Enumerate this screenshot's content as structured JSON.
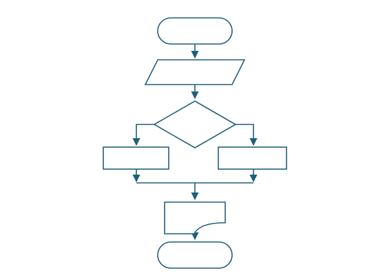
{
  "colors": {
    "stroke": "#1f5f7a",
    "fill": "#ffffff",
    "background": "#ffffff"
  },
  "flowchart": {
    "nodes": [
      {
        "id": "start",
        "shape": "terminator",
        "label": ""
      },
      {
        "id": "input",
        "shape": "parallelogram",
        "label": ""
      },
      {
        "id": "decision",
        "shape": "diamond",
        "label": ""
      },
      {
        "id": "process-left",
        "shape": "rectangle",
        "label": ""
      },
      {
        "id": "process-right",
        "shape": "rectangle",
        "label": ""
      },
      {
        "id": "document",
        "shape": "document",
        "label": ""
      },
      {
        "id": "end",
        "shape": "terminator",
        "label": ""
      }
    ],
    "edges": [
      {
        "from": "start",
        "to": "input"
      },
      {
        "from": "input",
        "to": "decision"
      },
      {
        "from": "decision",
        "to": "process-left"
      },
      {
        "from": "decision",
        "to": "process-right"
      },
      {
        "from": "process-left",
        "to": "document"
      },
      {
        "from": "process-right",
        "to": "document"
      },
      {
        "from": "document",
        "to": "end"
      }
    ]
  }
}
